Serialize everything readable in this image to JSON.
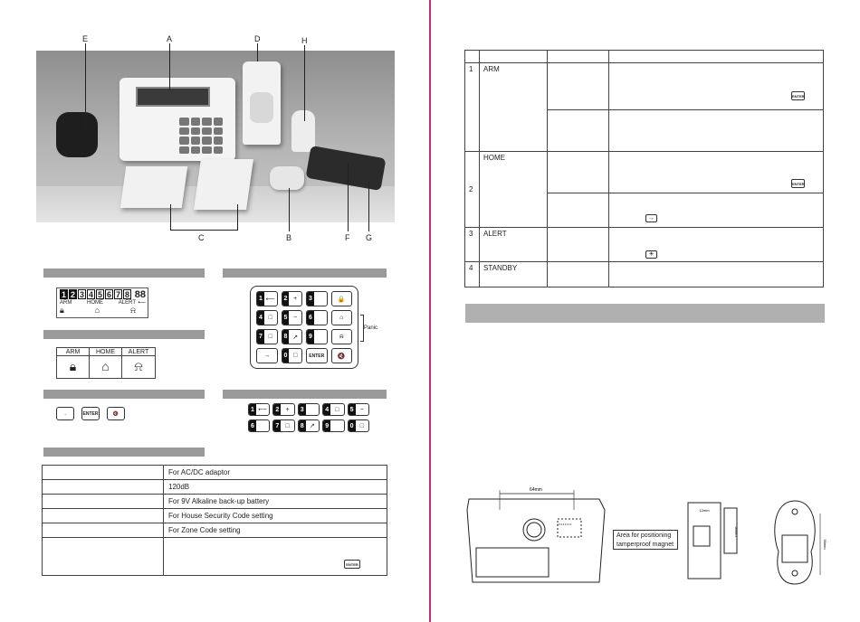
{
  "photo_labels": {
    "e": "E",
    "a": "A",
    "d": "D",
    "h": "H",
    "c": "C",
    "b": "B",
    "f": "F",
    "g": "G"
  },
  "lcd": {
    "digits": [
      "1",
      "2",
      "3",
      "4",
      "5",
      "6",
      "7",
      "8"
    ],
    "big_digits": "88",
    "modes": [
      "ARM",
      "HOME",
      "ALERT"
    ]
  },
  "mode_indicator": {
    "headers": [
      "ARM",
      "HOME",
      "ALERT"
    ]
  },
  "keypad": {
    "keys": [
      {
        "n": "1",
        "s": "⟵"
      },
      {
        "n": "2",
        "s": "+"
      },
      {
        "n": "3",
        "s": ""
      },
      {
        "n": "",
        "s": "🔒"
      },
      {
        "n": "4",
        "s": "□"
      },
      {
        "n": "5",
        "s": "−"
      },
      {
        "n": "6",
        "s": ""
      },
      {
        "n": "",
        "s": "⌂"
      },
      {
        "n": "7",
        "s": "□"
      },
      {
        "n": "8",
        "s": "↗"
      },
      {
        "n": "9",
        "s": ""
      },
      {
        "n": "",
        "s": "⍾"
      },
      {
        "n": "",
        "s": "→"
      },
      {
        "n": "0",
        "s": "□"
      },
      {
        "n": "",
        "s": "ENTER"
      },
      {
        "n": "",
        "s": "🔇"
      }
    ],
    "panic_label": "Panic"
  },
  "function_keys": [
    "→",
    "ENTER",
    "🔇"
  ],
  "numeric_keys": [
    {
      "n": "1",
      "s": "⟵"
    },
    {
      "n": "2",
      "s": "+"
    },
    {
      "n": "3",
      "s": ""
    },
    {
      "n": "4",
      "s": "□"
    },
    {
      "n": "5",
      "s": "−"
    },
    {
      "n": "6",
      "s": ""
    },
    {
      "n": "7",
      "s": "□"
    },
    {
      "n": "8",
      "s": "↗"
    },
    {
      "n": "9",
      "s": ""
    },
    {
      "n": "0",
      "s": "□"
    }
  ],
  "left_table": [
    {
      "c1": "",
      "c2": "For AC/DC adaptor"
    },
    {
      "c1": "",
      "c2": "120dB"
    },
    {
      "c1": "",
      "c2": "For 9V Alkaline back-up battery"
    },
    {
      "c1": "",
      "c2": "For House Security Code setting"
    },
    {
      "c1": "",
      "c2": "For Zone Code setting"
    },
    {
      "c1": "",
      "c2": ""
    }
  ],
  "enter_key_label": "ENTER",
  "right_table": {
    "rows": [
      {
        "num": "1",
        "mode": "ARM"
      },
      {
        "num": "2",
        "mode": "HOME"
      },
      {
        "num": "3",
        "mode": "ALERT"
      },
      {
        "num": "4",
        "mode": "STANDBY"
      }
    ]
  },
  "diagram": {
    "dim_top": "64mm",
    "dim_side_w": "12mm",
    "dim_side_h": "60mm",
    "dim_bracket": "56mm",
    "note": "Area for positioning tamperproof magnet"
  },
  "colors": {
    "divider": "#c0307a",
    "section_bar": "#9a9a9a"
  }
}
